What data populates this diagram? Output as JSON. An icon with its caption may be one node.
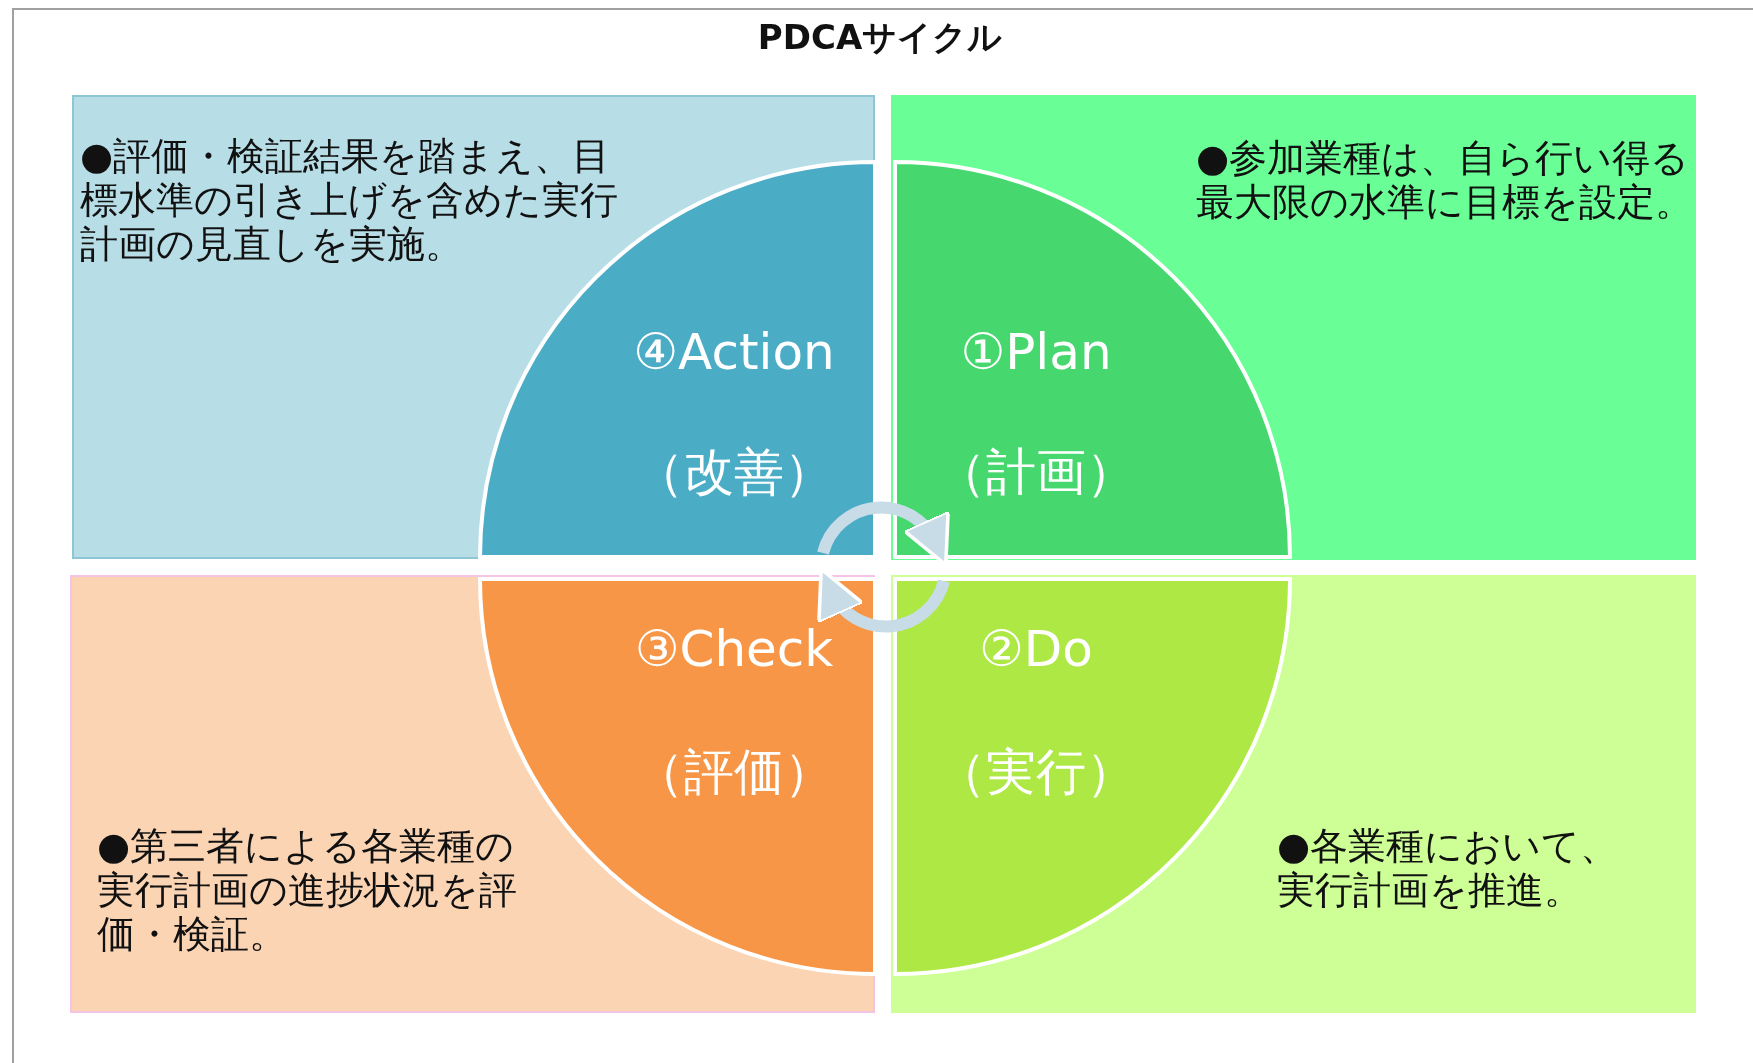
{
  "diagram": {
    "title": "PDCAサイクル",
    "nodes": [
      {
        "text": [
          "●評価・検証結果を踏まえ、目標水準の引き上げを含めた実行計画の見直しを実施。"
        ]
      },
      {
        "text": [
          "④Action",
          "（改善）"
        ],
        "in": 0
      },
      {
        "text": [
          "●参加業種は、自ら行い得る最大限の水準に目標を設定。"
        ]
      },
      {
        "text": [
          "①Plan",
          "（計画）"
        ],
        "in": 2
      },
      {
        "text": [
          "●第三者による各業種の実行計画の進捗状況を評価・検証。"
        ]
      },
      {
        "text": [
          "③Check",
          "（評価）"
        ],
        "in": 4
      },
      {
        "text": [
          "●各業種において、実行計画を推進。"
        ]
      },
      {
        "text": [
          "②Do",
          "（実行）"
        ],
        "in": 6
      }
    ],
    "edges": [
      {
        "from": 1,
        "to": 3,
        "arrow": "to"
      },
      {
        "from": 7,
        "to": 5,
        "arrow": "to"
      }
    ]
  }
}
